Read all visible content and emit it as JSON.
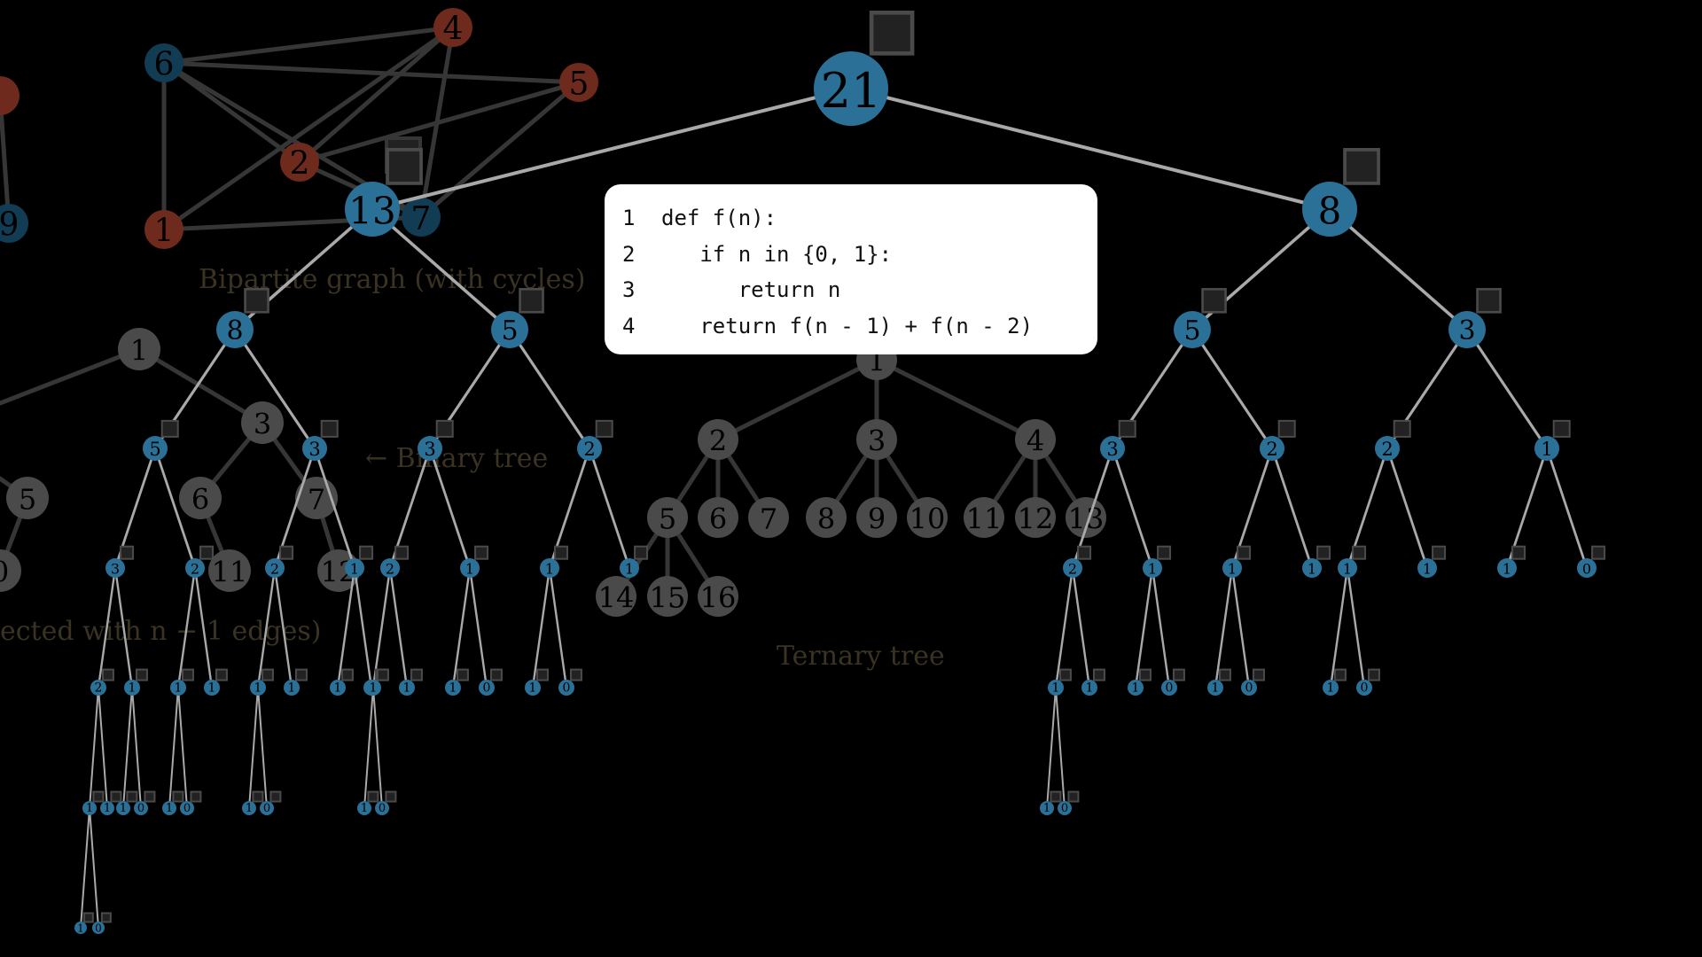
{
  "colors": {
    "background": "#000000",
    "fib_node": "#2a7097",
    "fib_edge": "#a9a9a9",
    "dim_edge": "#363636",
    "dim_node": "#4a4a4a",
    "dim_red": "#6e2a1c",
    "dim_blue": "#123c54",
    "dim_text": "#3b3322",
    "code_bg": "#ffffff"
  },
  "code_box": {
    "lines": [
      {
        "num": "1",
        "code": "def f(n):"
      },
      {
        "num": "2",
        "code": "   if n in {0, 1}:"
      },
      {
        "num": "3",
        "code": "      return n"
      },
      {
        "num": "4",
        "code": "   return f(n - 1) + f(n - 2)"
      }
    ]
  },
  "background_labels": {
    "bipartite": "Bipartite graph (with cycles)",
    "binary": "← Binary tree",
    "ternary": "Ternary tree",
    "connected": "ected with n − 1 edges)"
  },
  "bipartite_graph": {
    "nodes": [
      {
        "label": "6",
        "group": "blue"
      },
      {
        "label": "4",
        "group": "red"
      },
      {
        "label": "5",
        "group": "red"
      },
      {
        "label": "2",
        "group": "red"
      },
      {
        "label": "1",
        "group": "red"
      },
      {
        "label": "7",
        "group": "blue"
      },
      {
        "label": "9",
        "group": "blue"
      },
      {
        "label": "",
        "group": "red"
      }
    ]
  },
  "binary_tree_labels": [
    "1",
    "3",
    "5",
    "6",
    "7",
    "0",
    "11",
    "12"
  ],
  "ternary_tree_labels": [
    "1",
    "2",
    "3",
    "4",
    "5",
    "6",
    "7",
    "8",
    "9",
    "10",
    "11",
    "12",
    "13",
    "14",
    "15",
    "16"
  ],
  "fib_tree": {
    "root": 21,
    "description_of_values": "recursive call tree of f(8)"
  }
}
